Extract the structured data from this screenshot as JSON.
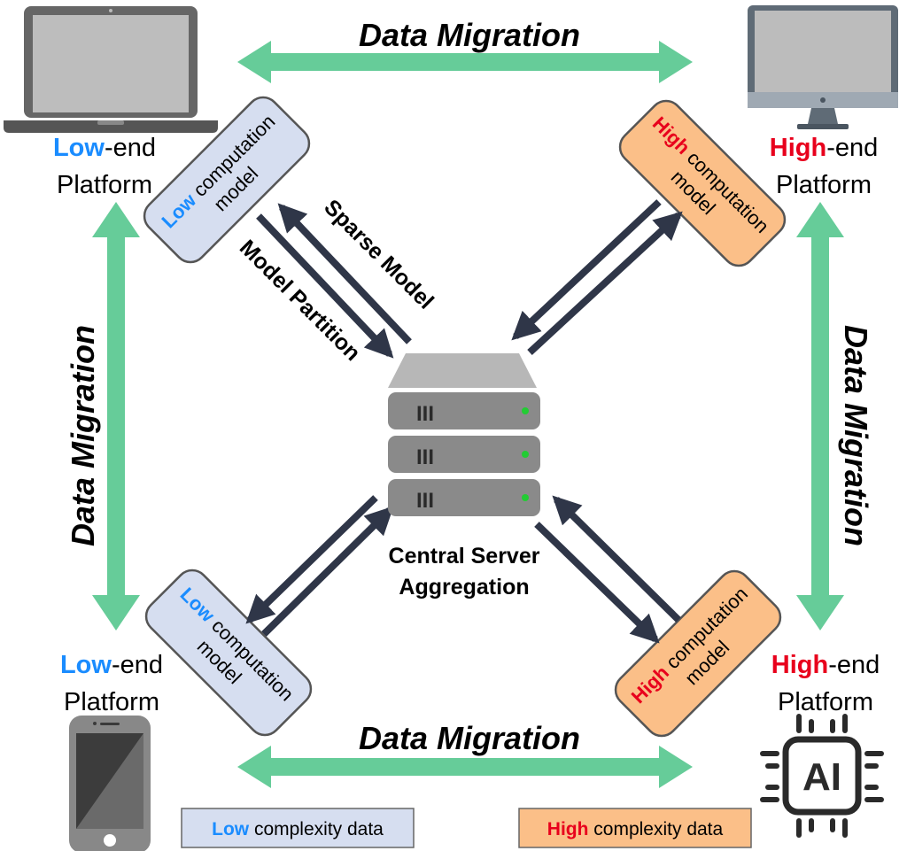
{
  "colors": {
    "migration_arrow": "#66cc99",
    "low_box_fill": "#d6def0",
    "high_box_fill": "#fbbf88",
    "box_border": "#555555",
    "low_accent": "#1a8cff",
    "high_accent": "#e8001c",
    "flow_arrow": "#2f3648",
    "device_gray": "#666666",
    "server_gray": "#8a8a8a"
  },
  "migration": {
    "top": "Data Migration",
    "bottom": "Data Migration",
    "left": "Data Migration",
    "right": "Data Migration"
  },
  "platforms": {
    "top_left": {
      "highlight": "Low",
      "suffix": "-end",
      "line2": "Platform",
      "icon": "laptop-icon"
    },
    "top_right": {
      "highlight": "High",
      "suffix": "-end",
      "line2": "Platform",
      "icon": "desktop-monitor-icon"
    },
    "bottom_left": {
      "highlight": "Low",
      "suffix": "-end",
      "line2": "Platform",
      "icon": "smartphone-icon"
    },
    "bottom_right": {
      "highlight": "High",
      "suffix": "-end",
      "line2": "Platform",
      "icon": "ai-chip-icon"
    }
  },
  "models": {
    "top_left": {
      "highlight": "Low",
      "rest": "computation",
      "line2": "model"
    },
    "top_right": {
      "highlight": "High",
      "rest": "computation",
      "line2": "model"
    },
    "bottom_left": {
      "highlight": "Low",
      "rest": "computation",
      "line2": "model"
    },
    "bottom_right": {
      "highlight": "High",
      "rest": "computation",
      "line2": "model"
    }
  },
  "flow_labels": {
    "sparse_model": "Sparse Model",
    "model_partition": "Model Partition"
  },
  "server": {
    "icon": "server-rack-icon",
    "label_line1": "Central Server",
    "label_line2": "Aggregation",
    "slot_marks": "III"
  },
  "ai_chip": {
    "text": "AI"
  },
  "legend": {
    "low": {
      "highlight": "Low",
      "rest": " complexity data"
    },
    "high": {
      "highlight": "High",
      "rest": " complexity data"
    }
  }
}
